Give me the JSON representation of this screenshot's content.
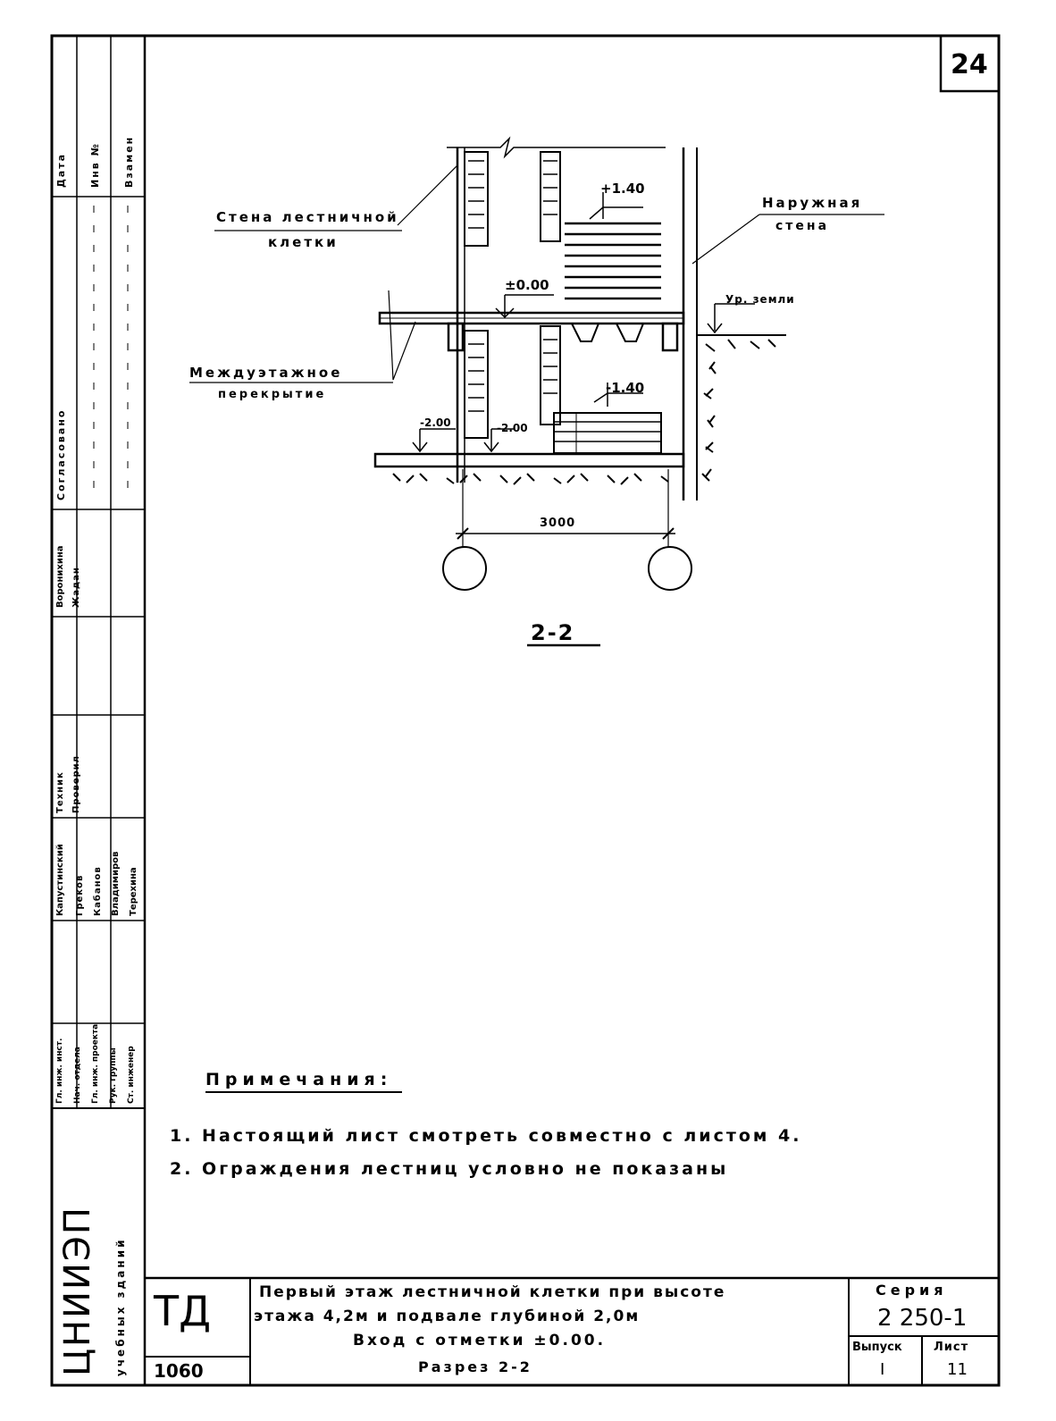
{
  "sheet_number": "24",
  "section_label": "2-2",
  "drawing": {
    "label_stair_wall_line1": "Стена лестничной",
    "label_stair_wall_line2": "клетки",
    "label_outer_wall_line1": "Наружная",
    "label_outer_wall_line2": "стена",
    "label_floor_slab_line1": "Междуэтажное",
    "label_floor_slab_line2": "перекрытие",
    "label_ground": "Ур. земли",
    "mark_zero": "±0.00",
    "mark_upper_flight": "+1.40",
    "mark_lower_flight": "-1.40",
    "mark_basement_left": "-2.00",
    "mark_basement_mid": "-2.00",
    "dimension": "3000"
  },
  "notes": {
    "heading": "Примечания:",
    "items": [
      "1. Настоящий лист смотреть совместно с листом 4.",
      "2. Ограждения лестниц условно не показаны"
    ]
  },
  "left_stamp": {
    "top_cells": [
      "Дата",
      "Инв №",
      "Взамен"
    ],
    "approved": "Согласовано",
    "names": [
      "Воронихина",
      "Жадан",
      "Капустинский",
      "Греков",
      "Кабанов",
      "Владимиров",
      "Терехина"
    ],
    "roles": [
      "Гл. инж. инст.",
      "Нач. отдела",
      "Гл. инж. проекта",
      "Рук. группы",
      "Ст. инженер",
      "Техник",
      "Проверил"
    ],
    "institute": "ЦНИИЭП",
    "institute_sub": "учебных зданий"
  },
  "title_block": {
    "code": "ТД",
    "number": "1060",
    "title_line1": "Первый этаж лестничной клетки при высоте",
    "title_line2": "этажа 4,2м и подвале глубиной 2,0м",
    "title_line3": "Вход с отметки ±0.00.",
    "title_line4": "Разрез 2-2",
    "series_label": "Серия",
    "series_value": "2 250-1",
    "issue_label": "Выпуск",
    "issue_value": "I",
    "sheet_label": "Лист",
    "sheet_value": "11"
  }
}
